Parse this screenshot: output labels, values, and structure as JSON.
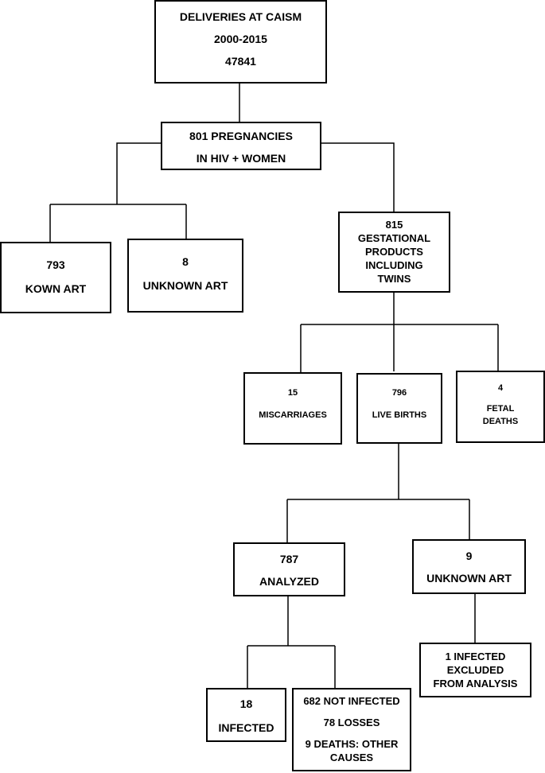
{
  "boxes": {
    "root": [
      "DELIVERIES AT CAISM",
      "2000-2015",
      "47841"
    ],
    "pregnancies": [
      "801 PREGNANCIES",
      "IN HIV + WOMEN"
    ],
    "known_art": [
      "793",
      "KOWN ART"
    ],
    "unknown_art_1": [
      "8",
      "UNKNOWN ART"
    ],
    "gestational": [
      "815",
      "GESTATIONAL",
      "PRODUCTS",
      "INCLUDING",
      "TWINS"
    ],
    "miscarriages": [
      "15",
      "MISCARRIAGES"
    ],
    "live_births": [
      "796",
      "LIVE BIRTHS"
    ],
    "fetal_deaths": [
      "4",
      "FETAL",
      "DEATHS"
    ],
    "analyzed": [
      "787",
      "ANALYZED"
    ],
    "unknown_art_2": [
      "9",
      "UNKNOWN ART"
    ],
    "excluded": [
      "1 INFECTED",
      "EXCLUDED",
      "FROM ANALYSIS"
    ],
    "infected": [
      "18",
      "INFECTED"
    ],
    "not_infected": [
      "682 NOT INFECTED",
      "78 LOSSES",
      "9 DEATHS: OTHER",
      "CAUSES"
    ]
  },
  "colors": {
    "line": "#000000",
    "box_border": "#000000",
    "background": "#ffffff"
  }
}
